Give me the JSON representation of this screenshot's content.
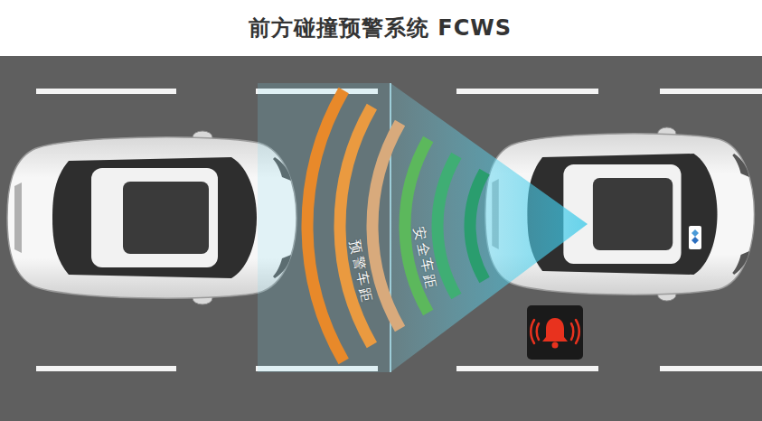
{
  "diagram": {
    "title": "前方碰撞预警系统 FCWS",
    "labels": [
      "预警车距",
      "安全车距"
    ]
  }
}
